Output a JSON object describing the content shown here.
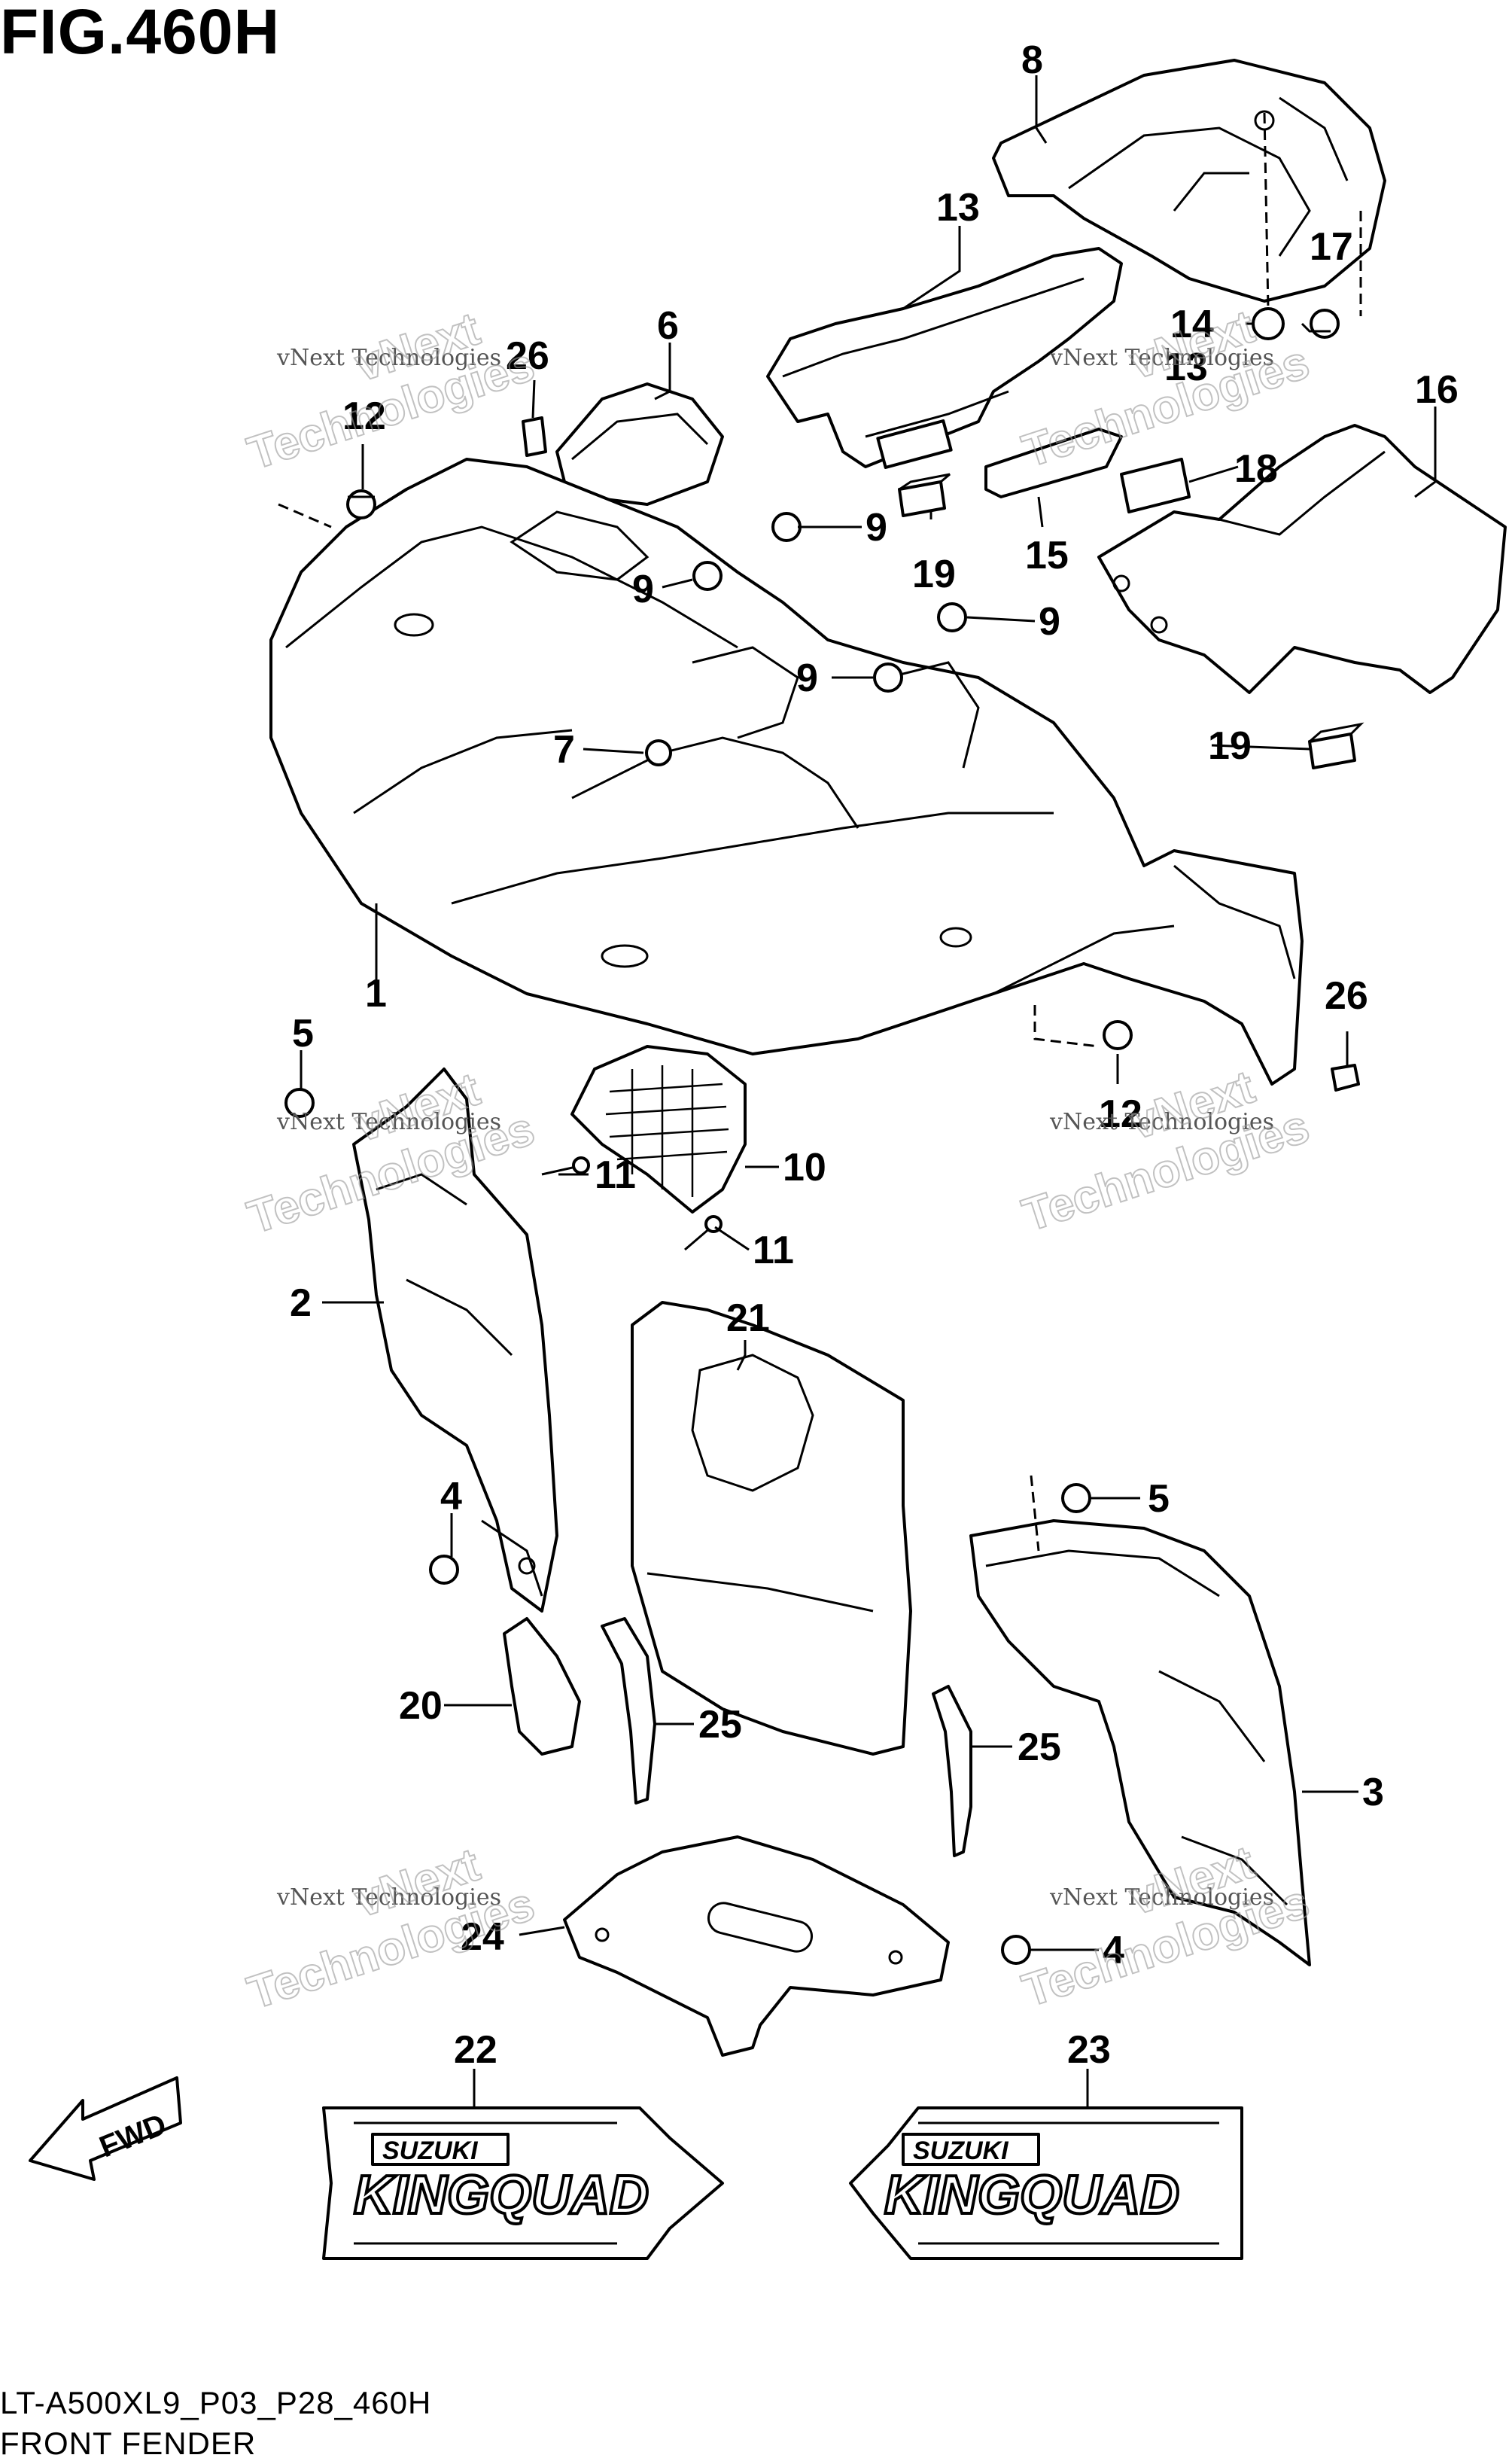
{
  "figure": {
    "title": "FIG.460H",
    "code": "LT-A500XL9_P03_P28_460H",
    "name": "FRONT FENDER"
  },
  "watermark": {
    "line1": "vNext Technologies",
    "line2": "vNext",
    "line3": "Technologies"
  },
  "fwd_label": "FWD",
  "decal": {
    "brand": "SUZUKI",
    "model": "KINGQUAD"
  },
  "callouts": {
    "c1": "1",
    "c2": "2",
    "c3": "3",
    "c4a": "4",
    "c4b": "4",
    "c5a": "5",
    "c5b": "5",
    "c6": "6",
    "c7": "7",
    "c8": "8",
    "c9a": "9",
    "c9b": "9",
    "c9c": "9",
    "c9d": "9",
    "c10": "10",
    "c11a": "11",
    "c11b": "11",
    "c12a": "12",
    "c12b": "12",
    "c13": "13",
    "c14": "14",
    "c15": "15",
    "c16": "16",
    "c17": "17",
    "c18": "18",
    "c19a": "19",
    "c19b": "19",
    "c20": "20",
    "c21": "21",
    "c22": "22",
    "c23": "23",
    "c24": "24",
    "c25a": "25",
    "c25b": "25",
    "c26a": "26",
    "c26b": "26"
  }
}
